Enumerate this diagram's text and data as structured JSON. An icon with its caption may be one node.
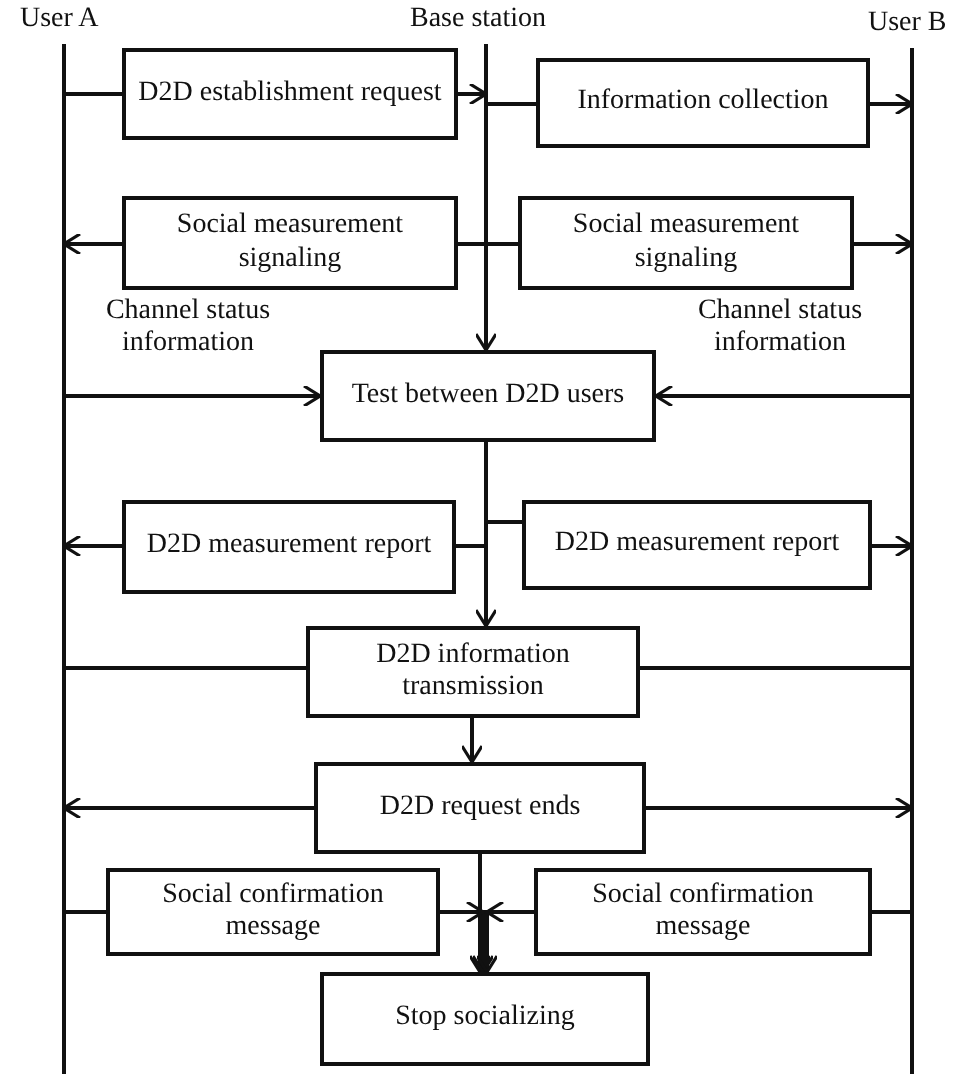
{
  "diagram": {
    "nodes": [
      {
        "text": [
          "User A"
        ]
      },
      {
        "text": [
          "Base station"
        ]
      },
      {
        "text": [
          "User B"
        ]
      },
      {
        "text": [
          "D2D establishment request"
        ]
      },
      {
        "text": [
          "Information collection"
        ]
      },
      {
        "text": [
          "Social measurement signaling"
        ]
      },
      {
        "text": [
          "Social measurement signaling"
        ]
      },
      {
        "text": [
          "Test between D2D users"
        ]
      },
      {
        "text": [
          "D2D measurement report"
        ]
      },
      {
        "text": [
          "D2D measurement report"
        ]
      },
      {
        "text": [
          "D2D information transmission"
        ]
      },
      {
        "text": [
          "D2D request ends"
        ]
      },
      {
        "text": [
          "Social confirmation message"
        ]
      },
      {
        "text": [
          "Social confirmation message"
        ]
      },
      {
        "text": [
          "Stop socializing"
        ]
      }
    ],
    "edges": [
      {
        "from": 0,
        "to": 3,
        "arrow": "none"
      },
      {
        "from": 3,
        "to": 1,
        "arrow": "to"
      },
      {
        "from": 1,
        "to": 4,
        "arrow": "none"
      },
      {
        "from": 4,
        "to": 2,
        "arrow": "to"
      },
      {
        "from": 1,
        "to": 5,
        "arrow": "none"
      },
      {
        "from": 5,
        "to": 0,
        "arrow": "to"
      },
      {
        "from": 1,
        "to": 6,
        "arrow": "none"
      },
      {
        "from": 6,
        "to": 2,
        "arrow": "to"
      },
      {
        "from": 1,
        "to": 7,
        "arrow": "to"
      },
      {
        "from": 0,
        "to": 7,
        "arrow": "to",
        "label": "Channel status information"
      },
      {
        "from": 2,
        "to": 7,
        "arrow": "to",
        "label": "Channel status information"
      },
      {
        "from": 7,
        "to": 8,
        "arrow": "none"
      },
      {
        "from": 8,
        "to": 0,
        "arrow": "to"
      },
      {
        "from": 7,
        "to": 9,
        "arrow": "none"
      },
      {
        "from": 9,
        "to": 2,
        "arrow": "to"
      },
      {
        "from": 7,
        "to": 10,
        "arrow": "to"
      },
      {
        "from": 0,
        "to": 10,
        "arrow": "none"
      },
      {
        "from": 2,
        "to": 10,
        "arrow": "none"
      },
      {
        "from": 10,
        "to": 11,
        "arrow": "to"
      },
      {
        "from": 11,
        "to": 0,
        "arrow": "to"
      },
      {
        "from": 11,
        "to": 2,
        "arrow": "to"
      },
      {
        "from": 11,
        "to": 14,
        "arrow": "to"
      },
      {
        "from": 0,
        "to": 12,
        "arrow": "none"
      },
      {
        "from": 12,
        "to": 14,
        "arrow": "to"
      },
      {
        "from": 2,
        "to": 13,
        "arrow": "none"
      },
      {
        "from": 13,
        "to": 14,
        "arrow": "to"
      }
    ]
  }
}
